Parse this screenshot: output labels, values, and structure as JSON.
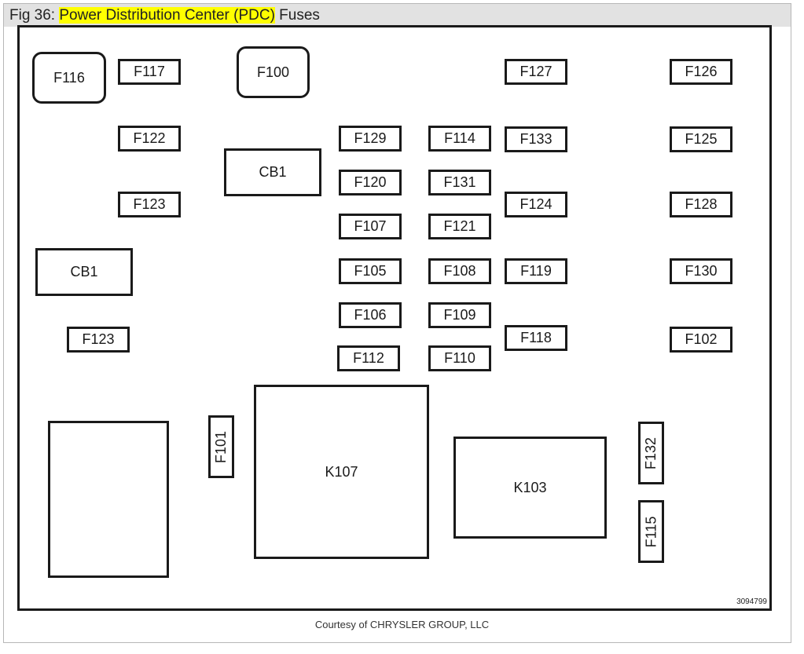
{
  "header": {
    "fig_prefix": "Fig 36: ",
    "highlight": "Power Distribution Center (PDC)",
    "suffix": " Fuses"
  },
  "diagram": {
    "labels": {
      "F116": "F116",
      "F117": "F117",
      "F100": "F100",
      "F127": "F127",
      "F126": "F126",
      "F122": "F122",
      "F129": "F129",
      "F114": "F114",
      "F133": "F133",
      "F125": "F125",
      "CB1_top": "CB1",
      "F120": "F120",
      "F131": "F131",
      "F123_top": "F123",
      "F107": "F107",
      "F121": "F121",
      "F124": "F124",
      "F128": "F128",
      "CB1_left": "CB1",
      "F105": "F105",
      "F108": "F108",
      "F119": "F119",
      "F130": "F130",
      "F106": "F106",
      "F109": "F109",
      "F123_left": "F123",
      "F118": "F118",
      "F102": "F102",
      "F112": "F112",
      "F110": "F110",
      "F101": "F101",
      "K107": "K107",
      "K103": "K103",
      "F132": "F132",
      "F115": "F115",
      "blank": ""
    },
    "part_number": "3094799"
  },
  "credit": "Courtesy of CHRYSLER GROUP, LLC"
}
